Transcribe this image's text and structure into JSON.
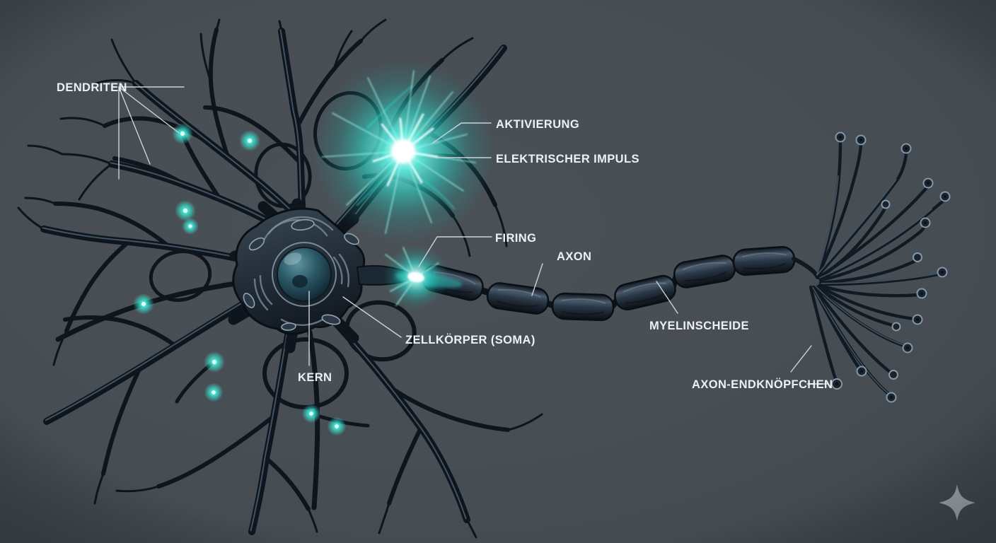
{
  "figure": {
    "type": "neuron-anatomy-illustration",
    "language": "de",
    "background_color": "#474e54",
    "glow_accent_color": "#2ee8d8",
    "label_text_color": "#edf1f3",
    "neuron_body_color": "#202b36",
    "watermark_color": "#99a1a7"
  },
  "labels": {
    "dendriten": "DENDRITEN",
    "aktivierung": "AKTIVIERUNG",
    "elektrischer_impuls": "ELEKTRISCHER IMPULS",
    "firing": "FIRING",
    "axon": "AXON",
    "zellkoerper": "ZELLKÖRPER (SOMA)",
    "kern": "KERN",
    "myelinscheide": "MYELINSCHEIDE",
    "axon_endknoepfchen": "AXON-ENDKNÖPFCHEN"
  },
  "watermark": {
    "icon": "four-pointed-star"
  }
}
